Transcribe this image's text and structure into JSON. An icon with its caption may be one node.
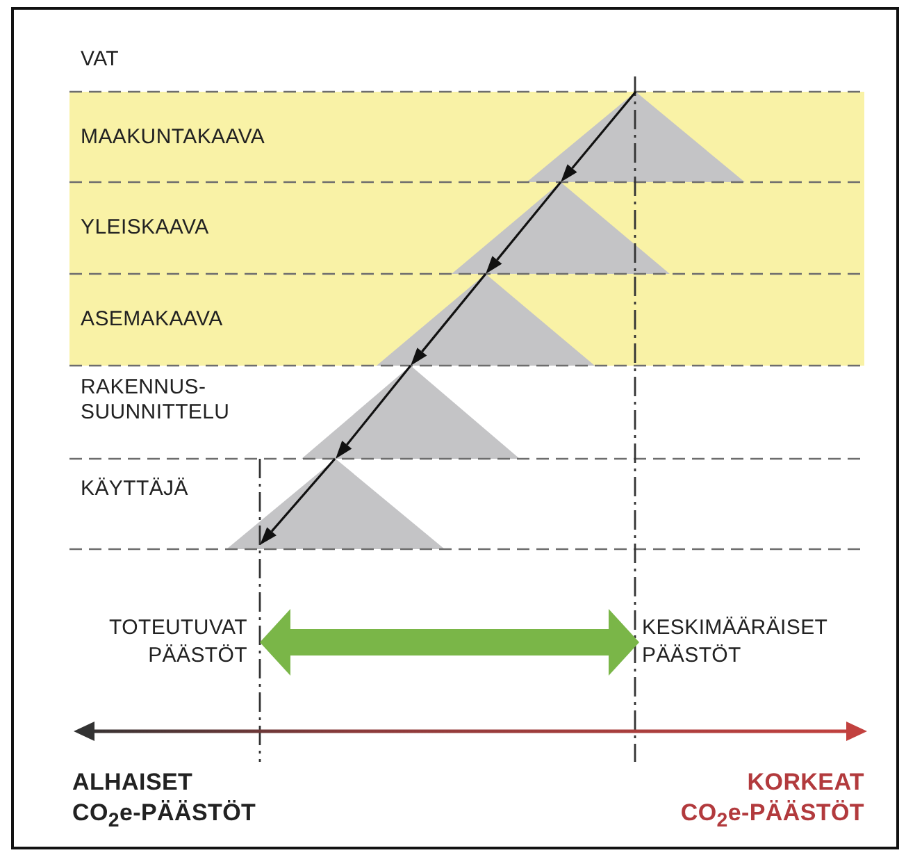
{
  "diagram": {
    "nodes": [
      {
        "text": [
          "MAAKUNTAKAAVA"
        ]
      },
      {
        "text": [],
        "shape": "triangle",
        "in": 0
      },
      {
        "text": [
          "YLEISKAAVA"
        ]
      },
      {
        "text": [],
        "shape": "triangle",
        "in": 2
      },
      {
        "text": [
          "ASEMAKAAVA"
        ]
      },
      {
        "text": [],
        "shape": "triangle",
        "in": 4
      },
      {
        "text": [],
        "shape": "triangle"
      },
      {
        "text": [],
        "shape": "triangle"
      },
      {
        "text": [
          "TOTEUTUVAT PÄÄSTÖT"
        ]
      },
      {
        "text": [
          "KESKIMÄÄRÄISET PÄÄSTÖT"
        ]
      }
    ],
    "edges": [
      {
        "from": 1,
        "to": 3,
        "arrow": "to"
      },
      {
        "from": 3,
        "to": 5,
        "arrow": "to"
      },
      {
        "from": 5,
        "to": 6,
        "arrow": "to"
      },
      {
        "from": 6,
        "to": 7,
        "arrow": "to"
      },
      {
        "from": null,
        "to": 7,
        "arrow": "to"
      },
      {
        "from": 8,
        "to": 9,
        "arrow": "both",
        "style": "thick",
        "color": "#7ab648"
      }
    ],
    "labels": [
      "VAT",
      "RAKENNUS- SUUNNITTELU",
      "KÄYTTÄJÄ",
      "ALHAISET CO$_{2}$e-PÄÄSTÖT",
      "KORKEAT CO$_{2}$e-PÄÄSTÖT"
    ]
  }
}
